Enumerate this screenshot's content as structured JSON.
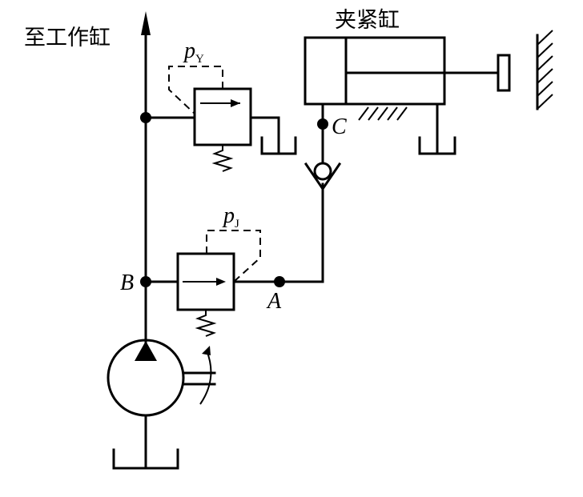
{
  "labels": {
    "to_cylinder": "至工作缸",
    "clamp_cylinder": "夹紧缸",
    "point_a": "A",
    "point_b": "B",
    "point_c": "C",
    "p_y_main": "p",
    "p_y_sub": "Y",
    "p_j_main": "p",
    "p_j_sub": "J"
  }
}
